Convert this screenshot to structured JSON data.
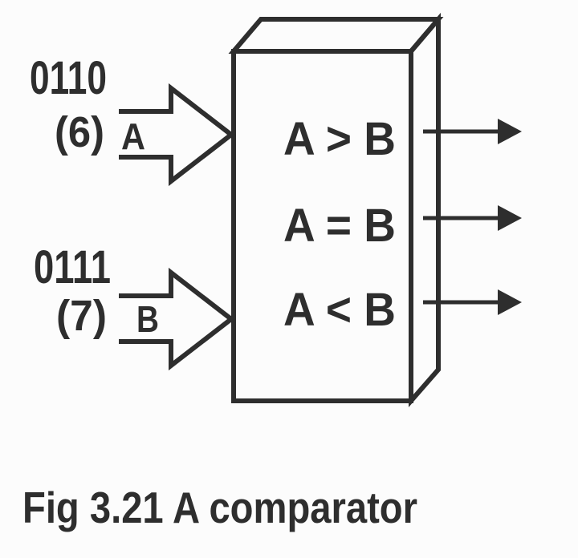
{
  "figure": {
    "caption": "Fig 3.21 A comparator",
    "colors": {
      "ink": "#2e2e2e",
      "background": "#fcfcfc"
    },
    "comparator": {
      "inputs": [
        {
          "binary": "0110",
          "decimal": "(6)",
          "label": "A"
        },
        {
          "binary": "0111",
          "decimal": "(7)",
          "label": "B"
        }
      ],
      "outputs": [
        {
          "label": "A > B"
        },
        {
          "label": "A = B"
        },
        {
          "label": "A < B"
        }
      ]
    }
  }
}
